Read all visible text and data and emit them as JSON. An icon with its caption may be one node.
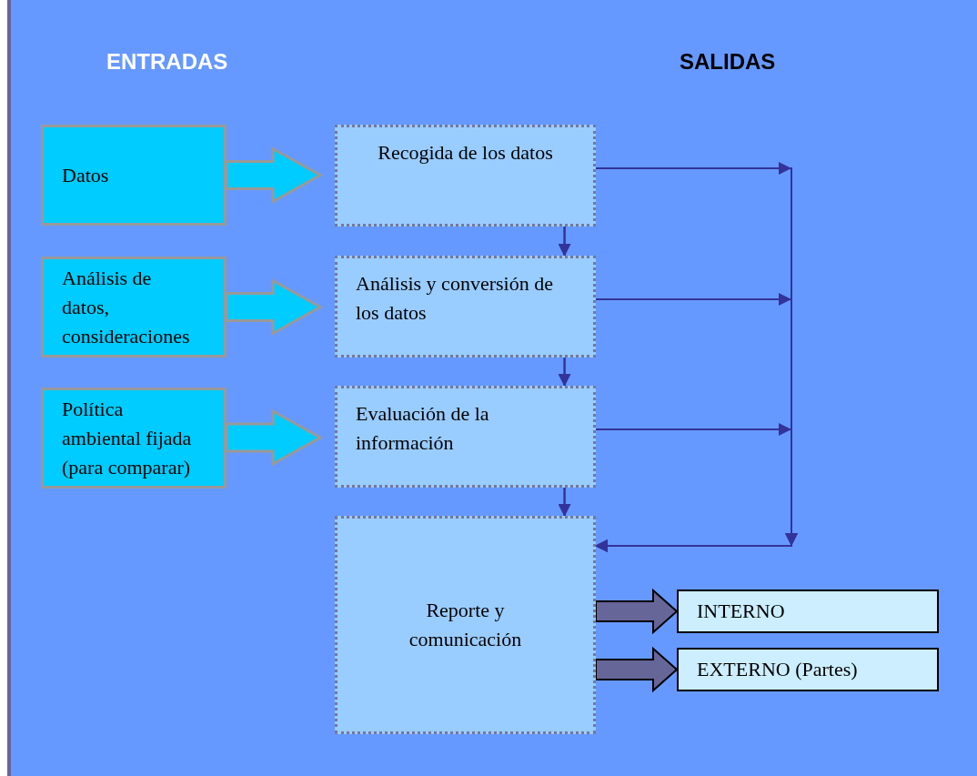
{
  "diagram": {
    "nodes": [
      {
        "text": [
          "Datos"
        ]
      },
      {
        "text": [
          "Análisis de datos, consideraciones"
        ]
      },
      {
        "text": [
          "Política ambiental fijada (para comparar)"
        ]
      },
      {
        "text": [
          "Recogida de los datos"
        ]
      },
      {
        "text": [
          "Análisis y conversión de los datos"
        ]
      },
      {
        "text": [
          "Evaluación de la información"
        ]
      },
      {
        "text": [
          "Reporte y comunicación"
        ]
      },
      {
        "text": [
          "INTERNO"
        ]
      },
      {
        "text": [
          "EXTERNO (Partes)"
        ]
      }
    ],
    "edges": [
      {
        "from": 0,
        "to": 3,
        "arrow": "to",
        "style": "thick",
        "color": "#00ccff"
      },
      {
        "from": 1,
        "to": 4,
        "arrow": "to",
        "style": "thick",
        "color": "#00ccff"
      },
      {
        "from": 2,
        "to": 5,
        "arrow": "to",
        "style": "thick",
        "color": "#00ccff"
      },
      {
        "from": 3,
        "to": 4,
        "arrow": "to"
      },
      {
        "from": 4,
        "to": 5,
        "arrow": "to"
      },
      {
        "from": 5,
        "to": 6,
        "arrow": "to"
      },
      {
        "from": 3,
        "to": 6,
        "arrow": "to"
      },
      {
        "from": 4,
        "to": 6,
        "arrow": "to"
      },
      {
        "from": 5,
        "to": 6,
        "arrow": "to"
      },
      {
        "from": 6,
        "to": 7,
        "arrow": "to",
        "style": "thick",
        "color": "#666699"
      },
      {
        "from": 6,
        "to": 8,
        "arrow": "to",
        "style": "thick",
        "color": "#666699"
      }
    ],
    "labels": [
      "ENTRADAS",
      "SALIDAS"
    ]
  }
}
